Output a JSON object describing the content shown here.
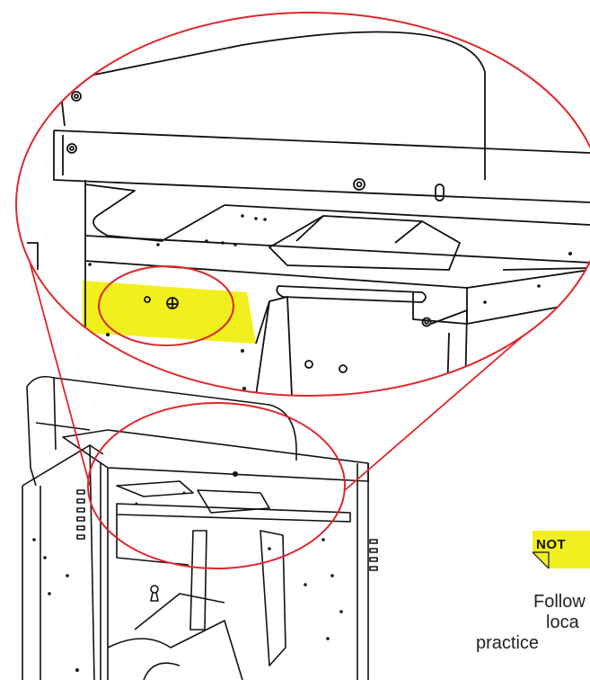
{
  "note": {
    "label": "NOT",
    "lines": [
      "Follow",
      "loca",
      "practice"
    ],
    "accent": "#f2ef1f"
  },
  "callout": {
    "color": "#e0262b",
    "highlight": "#f2ef1f",
    "symbol": "ground-symbol-icon"
  }
}
